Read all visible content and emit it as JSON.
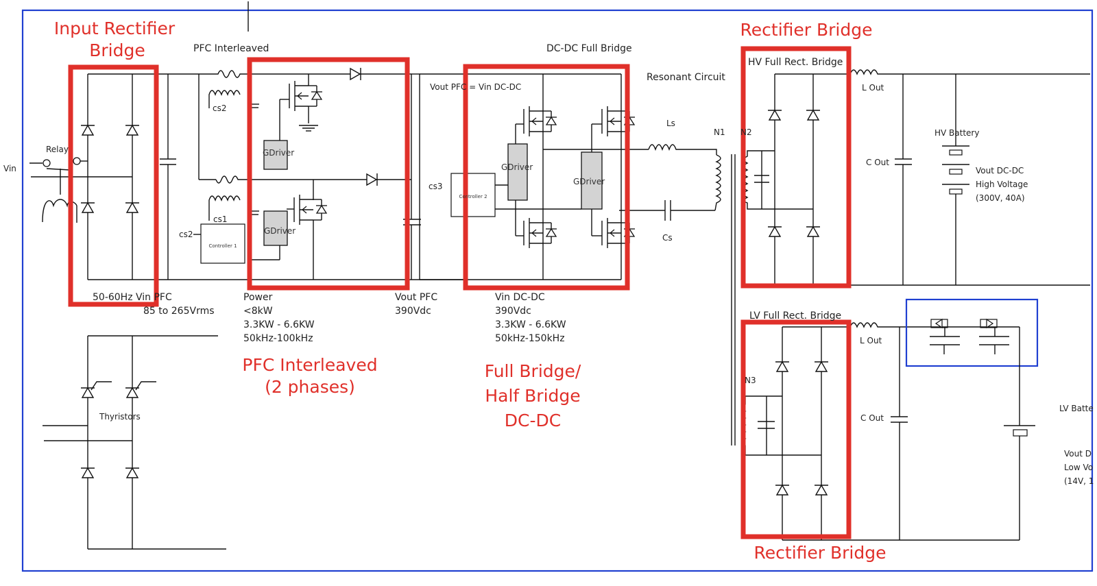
{
  "diagram": {
    "title": "EV On-Board Charger Power Stage Block Diagram",
    "frame_color": "#1f3fd1",
    "highlight_color": "#e0302a",
    "annotations": {
      "input_rectifier": [
        "Input Rectifier",
        "Bridge"
      ],
      "pfc": [
        "PFC Interleaved",
        "(2 phases)"
      ],
      "dcdc": [
        "Full Bridge/",
        "Half Bridge",
        "DC-DC"
      ],
      "rectifier_top": "Rectifier Bridge",
      "rectifier_bottom": "Rectifier Bridge"
    },
    "section_titles": {
      "pfc": "PFC Interleaved",
      "dcdc": "DC-DC Full Bridge",
      "resonant": "Resonant Circuit",
      "hv_bridge": "HV Full Rect. Bridge",
      "lv_bridge": "LV Full Rect. Bridge",
      "thyristors": "Thyristors"
    },
    "component_labels": {
      "vin": "Vin",
      "relay": "Relay",
      "cs1": "cs1",
      "cs2_top": "cs2",
      "cs2_left": "cs2",
      "cs3": "cs3",
      "controller1": "Controller 1",
      "controller2": "Controller 2",
      "gdriver": "GDriver",
      "vout_pfc_eq": "Vout PFC = Vin DC-DC",
      "ls": "Ls",
      "cs": "Cs",
      "n1": "N1",
      "n2": "N2",
      "n3": "N3",
      "lout_hv": "L Out",
      "lout_lv": "L Out",
      "cout_hv": "C Out",
      "cout_lv": "C Out",
      "hv_battery": "HV Battery",
      "lv_battery": "LV Batte",
      "hv_vout": [
        "Vout DC-DC",
        "High Voltage",
        "(300V, 40A)"
      ],
      "lv_vout": [
        "Vout D",
        "Low Vo",
        "(14V, 1"
      ]
    },
    "specs": {
      "input": [
        "50-60Hz  Vin PFC",
        "85 to 265Vrms"
      ],
      "power": [
        "Power",
        "<8kW",
        "3.3KW - 6.6KW",
        "50kHz-100kHz"
      ],
      "vout_pfc": [
        "Vout PFC",
        "390Vdc"
      ],
      "vin_dcdc": [
        "Vin DC-DC",
        "390Vdc",
        "3.3KW - 6.6KW",
        "50kHz-150kHz"
      ]
    }
  }
}
